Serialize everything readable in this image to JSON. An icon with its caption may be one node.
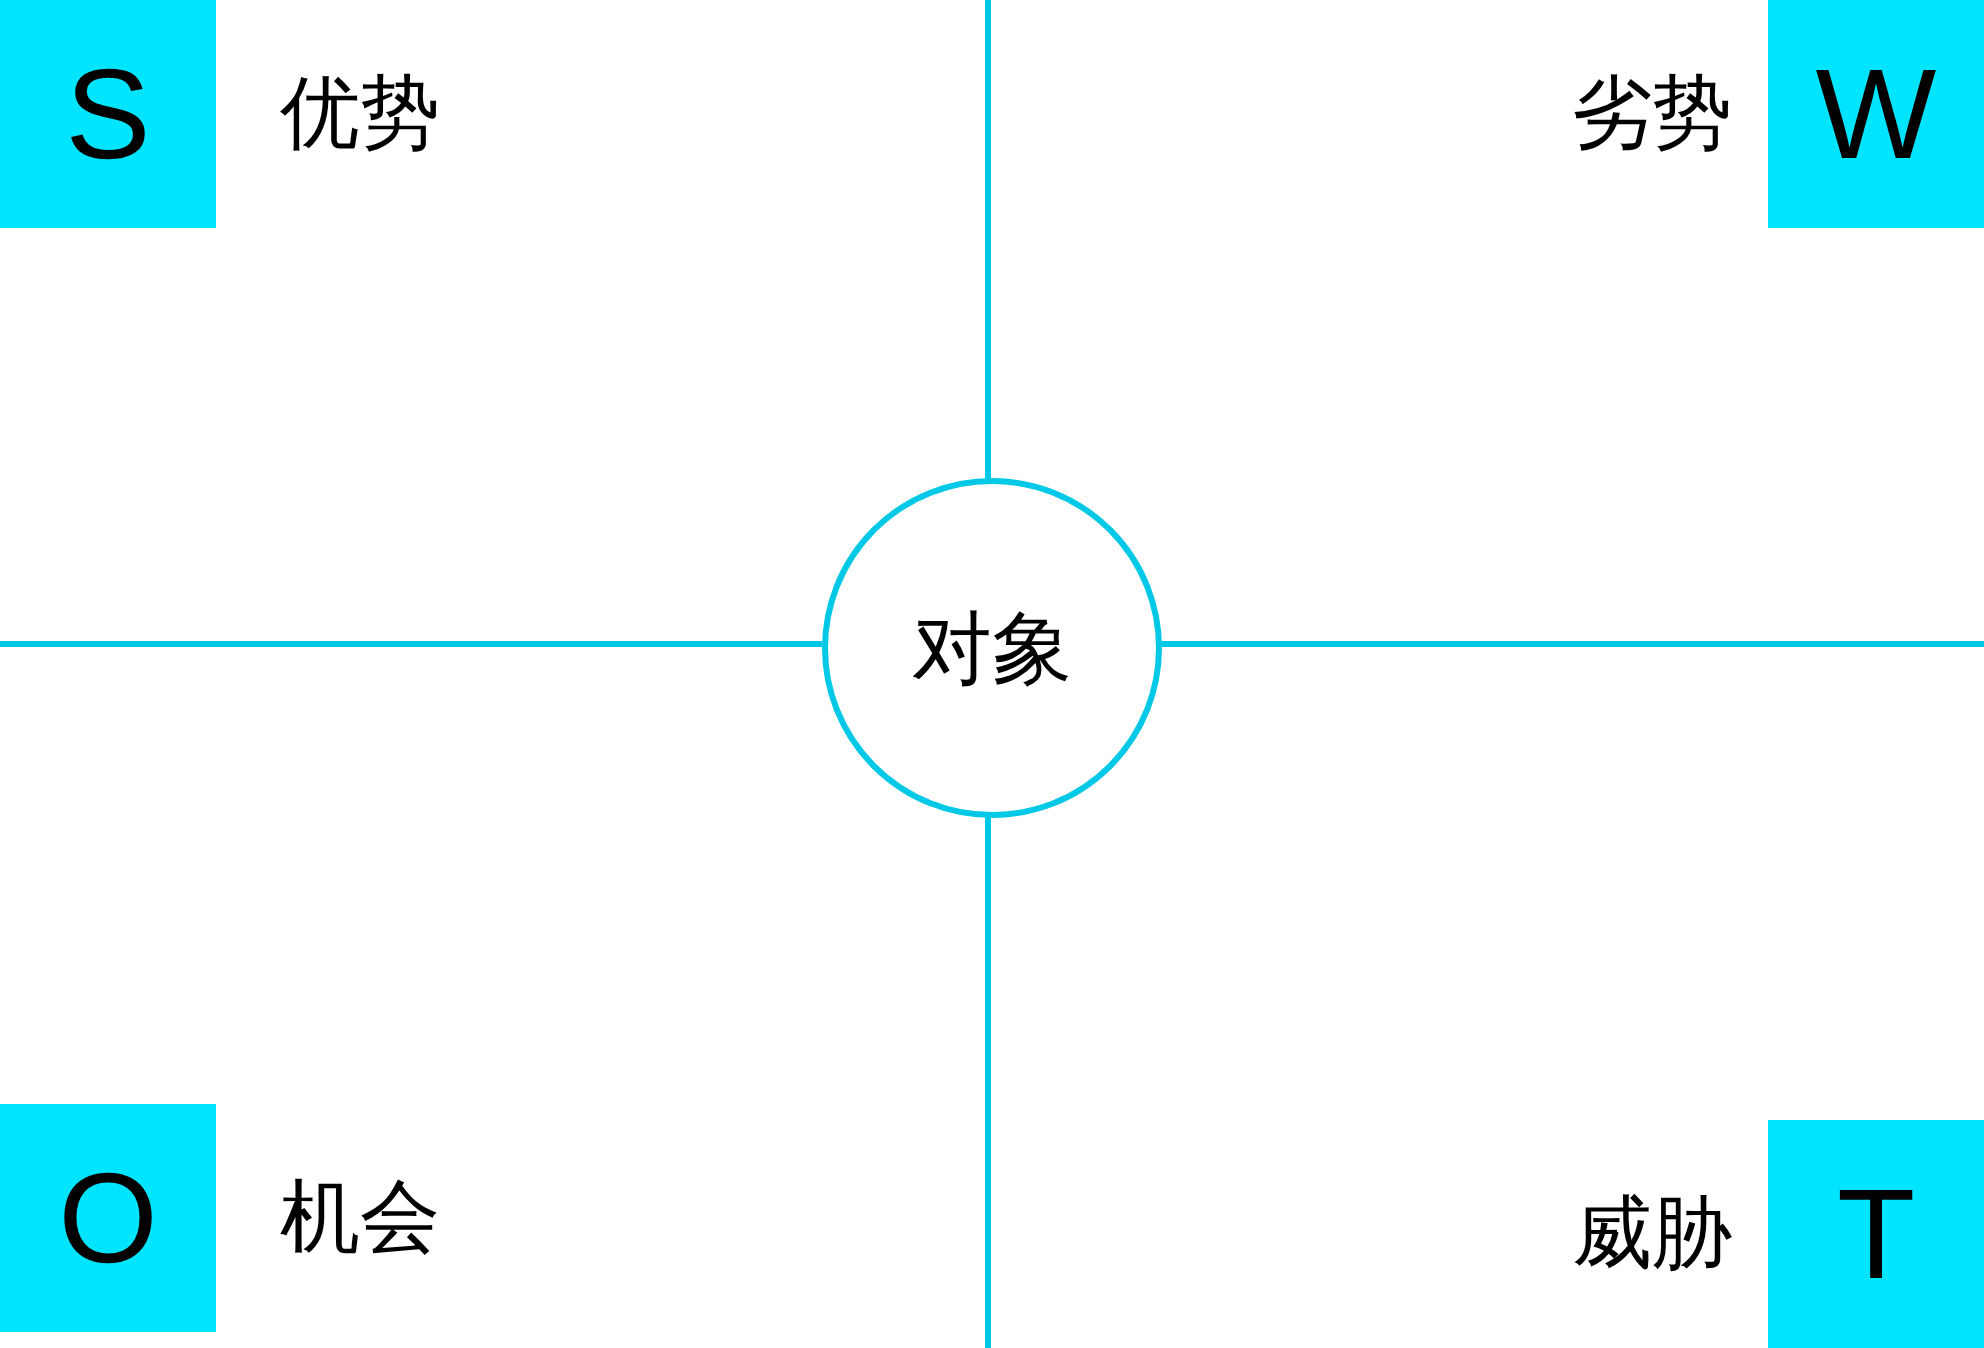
{
  "diagram": {
    "nodes": [
      {
        "text": [
          "S"
        ],
        "beside": [
          "优势"
        ]
      },
      {
        "text": [
          "W"
        ],
        "beside": [
          "劣势"
        ]
      },
      {
        "text": [
          "对象"
        ]
      },
      {
        "text": [
          "O"
        ],
        "beside": [
          "机会"
        ]
      },
      {
        "text": [
          "T"
        ],
        "beside": [
          "威胁"
        ]
      }
    ]
  }
}
